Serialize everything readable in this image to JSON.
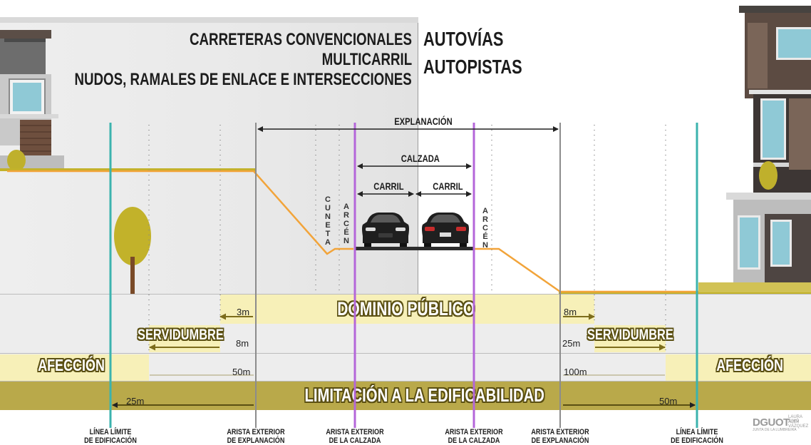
{
  "header": {
    "left_line1": "CARRETERAS CONVENCIONALES",
    "left_line2": "MULTICARRIL",
    "left_line3": "NUDOS, RAMALES DE ENLACE E INTERSECCIONES",
    "right_line1": "AUTOVÍAS",
    "right_line2": "AUTOPISTAS"
  },
  "cross_section": {
    "explanacion": "EXPLANACIÓN",
    "calzada": "CALZADA",
    "carril_left": "CARRIL",
    "carril_right": "CARRIL",
    "cuneta": "CUNETA",
    "arcen_left": "ARCÉN",
    "arcen_right": "ARCÉN"
  },
  "bands": {
    "dominio_publico": "DOMINIO PÚBLICO",
    "servidumbre_left": "SERVIDUMBRE",
    "servidumbre_right": "SERVIDUMBRE",
    "afeccion_left": "AFECCIÓN",
    "afeccion_right": "AFECCIÓN",
    "limitacion": "LIMITACIÓN A LA EDIFICABILIDAD"
  },
  "measures": {
    "dp_left": "3m",
    "dp_right": "8m",
    "serv_left": "8m",
    "serv_right": "25m",
    "afec_left": "50m",
    "afec_right": "100m",
    "lim_left": "25m",
    "lim_right": "50m"
  },
  "bottom_labels": {
    "linea_left_1": "LÍNEA LÍMITE",
    "linea_left_2": "DE EDIFICACIÓN",
    "arista_expl_left_1": "ARISTA EXTERIOR",
    "arista_expl_left_2": "DE EXPLANACIÓN",
    "arista_calz_left_1": "ARISTA EXTERIOR",
    "arista_calz_left_2": "DE LA CALZADA",
    "arista_calz_right_1": "ARISTA EXTERIOR",
    "arista_calz_right_2": "DE LA CALZADA",
    "arista_expl_right_1": "ARISTA EXTERIOR",
    "arista_expl_right_2": "DE EXPLANACIÓN",
    "linea_right_1": "LÍNEA LÍMITE",
    "linea_right_2": "DE EDIFICACIÓN"
  },
  "credit": {
    "logo": "DGUOT",
    "line1": "LAURA SIMÓ",
    "line2": "ALEX VÁZQUEZ",
    "line3": "JUNTA DE LA LUMBREIRA"
  },
  "colors": {
    "band_yellow": "#f7f0b8",
    "band_olive": "#b9a94a",
    "arrow_olive": "#7d6d1c",
    "terrain_orange": "#f2a43a",
    "calzada_purple": "#b466d9",
    "building_line_teal": "#3bb3ae",
    "tree_green": "#c2b22a"
  }
}
